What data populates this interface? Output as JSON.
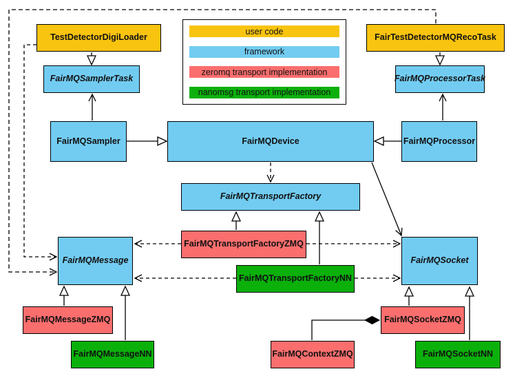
{
  "colors": {
    "user_code": "#F9C40F",
    "framework": "#72CCF2",
    "zeromq": "#FB6E6E",
    "nanomsg": "#0BB00B",
    "line": "#000000",
    "background": "#FFFFFF"
  },
  "legend": {
    "items": [
      {
        "label": "user code",
        "type": "user_code"
      },
      {
        "label": "framework",
        "type": "framework"
      },
      {
        "label": "zeromq transport implementation",
        "type": "zeromq"
      },
      {
        "label": "nanomsg transport implementation",
        "type": "nanomsg"
      }
    ]
  },
  "nodes": {
    "test_detector_digi_loader": {
      "label": "TestDetectorDigiLoader",
      "type": "user_code",
      "abstract": false
    },
    "fair_test_detector_mq_reco_task": {
      "label": "FairTestDetectorMQRecoTask",
      "type": "user_code",
      "abstract": false
    },
    "fairmq_sampler_task": {
      "label": "FairMQSamplerTask",
      "type": "framework",
      "abstract": true
    },
    "fairmq_processor_task": {
      "label": "FairMQProcessorTask",
      "type": "framework",
      "abstract": true
    },
    "fairmq_sampler": {
      "label": "FairMQSampler",
      "type": "framework",
      "abstract": false
    },
    "fairmq_device": {
      "label": "FairMQDevice",
      "type": "framework",
      "abstract": false
    },
    "fairmq_processor": {
      "label": "FairMQProcessor",
      "type": "framework",
      "abstract": false
    },
    "fairmq_transport_factory": {
      "label": "FairMQTransportFactory",
      "type": "framework",
      "abstract": true
    },
    "fairmq_transport_factory_zmq": {
      "label": "FairMQTransportFactoryZMQ",
      "type": "zeromq",
      "abstract": false
    },
    "fairmq_transport_factory_nn": {
      "label": "FairMQTransportFactoryNN",
      "type": "nanomsg",
      "abstract": false
    },
    "fairmq_message": {
      "label": "FairMQMessage",
      "type": "framework",
      "abstract": true
    },
    "fairmq_socket": {
      "label": "FairMQSocket",
      "type": "framework",
      "abstract": true
    },
    "fairmq_message_zmq": {
      "label": "FairMQMessageZMQ",
      "type": "zeromq",
      "abstract": false
    },
    "fairmq_message_nn": {
      "label": "FairMQMessageNN",
      "type": "nanomsg",
      "abstract": false
    },
    "fairmq_context_zmq": {
      "label": "FairMQContextZMQ",
      "type": "zeromq",
      "abstract": false
    },
    "fairmq_socket_zmq": {
      "label": "FairMQSocketZMQ",
      "type": "zeromq",
      "abstract": false
    },
    "fairmq_socket_nn": {
      "label": "FairMQSocketNN",
      "type": "nanomsg",
      "abstract": false
    }
  },
  "edges": [
    {
      "from": "TestDetectorDigiLoader",
      "to": "FairMQSamplerTask",
      "kind": "inheritance"
    },
    {
      "from": "FairTestDetectorMQRecoTask",
      "to": "FairMQProcessorTask",
      "kind": "inheritance"
    },
    {
      "from": "FairMQSampler",
      "to": "FairMQDevice",
      "kind": "inheritance"
    },
    {
      "from": "FairMQProcessor",
      "to": "FairMQDevice",
      "kind": "inheritance"
    },
    {
      "from": "FairMQSampler",
      "to": "FairMQSamplerTask",
      "kind": "association"
    },
    {
      "from": "FairMQProcessor",
      "to": "FairMQProcessorTask",
      "kind": "association"
    },
    {
      "from": "FairMQDevice",
      "to": "FairMQTransportFactory",
      "kind": "dependency"
    },
    {
      "from": "FairMQDevice",
      "to": "FairMQSocket",
      "kind": "association"
    },
    {
      "from": "FairMQTransportFactoryZMQ",
      "to": "FairMQTransportFactory",
      "kind": "inheritance"
    },
    {
      "from": "FairMQTransportFactoryNN",
      "to": "FairMQTransportFactory",
      "kind": "inheritance"
    },
    {
      "from": "FairMQTransportFactoryZMQ",
      "to": "FairMQMessage",
      "kind": "dependency"
    },
    {
      "from": "FairMQTransportFactoryZMQ",
      "to": "FairMQSocket",
      "kind": "dependency"
    },
    {
      "from": "FairMQTransportFactoryNN",
      "to": "FairMQMessage",
      "kind": "dependency"
    },
    {
      "from": "FairMQTransportFactoryNN",
      "to": "FairMQSocket",
      "kind": "dependency"
    },
    {
      "from": "TestDetectorDigiLoader",
      "to": "FairMQMessage",
      "kind": "dependency"
    },
    {
      "from": "FairTestDetectorMQRecoTask",
      "to": "FairMQMessage",
      "kind": "dependency"
    },
    {
      "from": "FairMQMessageZMQ",
      "to": "FairMQMessage",
      "kind": "inheritance"
    },
    {
      "from": "FairMQMessageNN",
      "to": "FairMQMessage",
      "kind": "inheritance"
    },
    {
      "from": "FairMQSocketZMQ",
      "to": "FairMQSocket",
      "kind": "inheritance"
    },
    {
      "from": "FairMQSocketNN",
      "to": "FairMQSocket",
      "kind": "inheritance"
    },
    {
      "from": "FairMQContextZMQ",
      "to": "FairMQSocketZMQ",
      "kind": "composition"
    }
  ]
}
